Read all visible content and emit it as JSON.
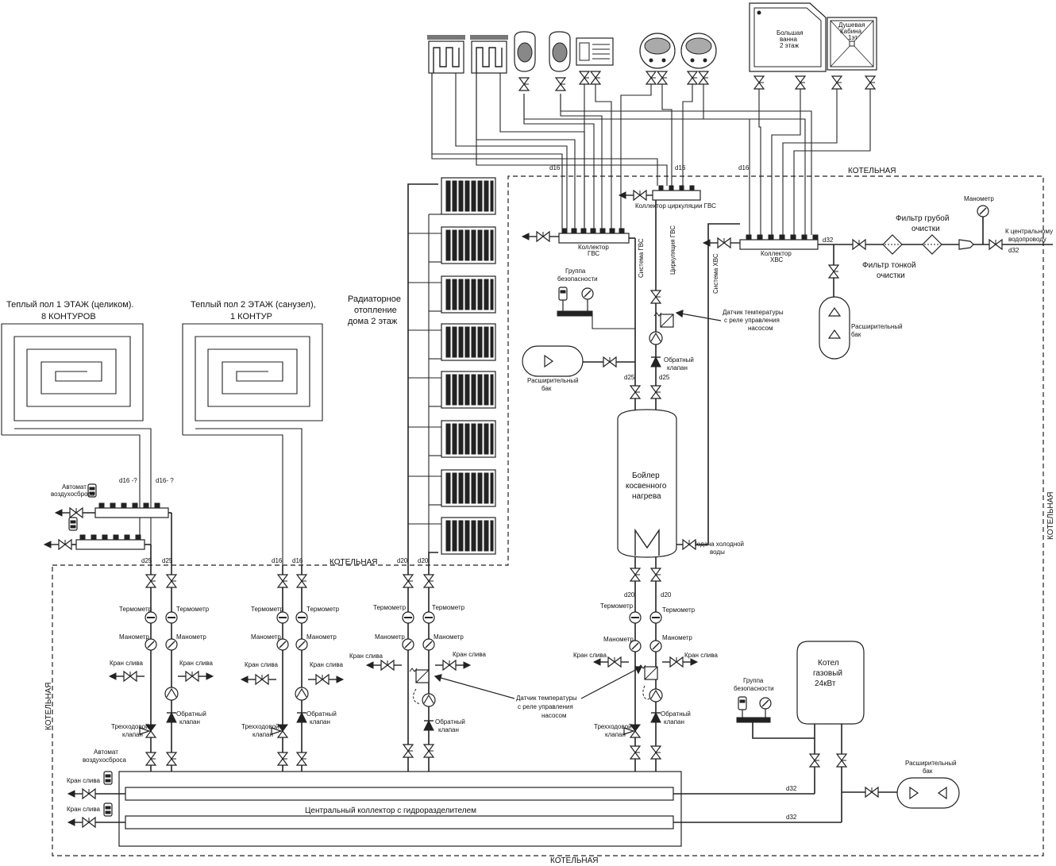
{
  "zones": {
    "boiler_room": "КОТЕЛЬНАЯ"
  },
  "floors": {
    "floor1": {
      "title": "Теплый пол 1 ЭТАЖ (целиком).",
      "subtitle": "8 КОНТУРОВ"
    },
    "floor2": {
      "title": "Теплый пол 2 ЭТАЖ (санузел),",
      "subtitle": "1 КОНТУР"
    },
    "radiators": {
      "line1": "Радиаторное",
      "line2": "отопление",
      "line3": "дома 2 этаж"
    }
  },
  "tanks": {
    "boiler_line1": "Бойлер",
    "boiler_line2": "косвенного",
    "boiler_line3": "нагрева",
    "gas_line1": "Котел",
    "gas_line2": "газовый",
    "gas_line3": "24кВт"
  },
  "collectors": {
    "central": "Центральный коллектор с гидроразделителем",
    "gvs_line1": "Коллектор",
    "gvs_line2": "ГВС",
    "hvs_line1": "Коллектор",
    "hvs_line2": "ХВС",
    "circ": "Коллектор циркуляции ГВС"
  },
  "fixtures": {
    "bath_line1": "Большая",
    "bath_line2": "ванна",
    "bath_line3": "2 этаж",
    "shower_line1": "Душевая",
    "shower_line2": "Кабина",
    "shower_line3": "1эт"
  },
  "systems": {
    "gvs": "Система ГВС",
    "circ": "Циркуляция ГВС",
    "hvs": "Система ХВС"
  },
  "labels": {
    "thermometer": "Термометр",
    "manometer": "Манометр",
    "drain_line1": "Кран",
    "drain_line2": "слива",
    "drain": "Кран слива",
    "check_line1": "Обратный",
    "check_line2": "клапан",
    "three_way_line1": "Трехходовой",
    "three_way_line2": "клапан",
    "air_vent_line1": "Автомат",
    "air_vent_line2": "воздухосброса",
    "safety_line1": "Группа",
    "safety_line2": "безопасности",
    "exp_tank_line1": "Расширительный",
    "exp_tank_line2": "бак",
    "exp_tank_inline": "Расширительный",
    "sensor_line1": "Датчик температуры",
    "sensor_line2": "с реле управления",
    "sensor_line3": "насосом",
    "cold_feed_line1": "Подача холодной",
    "cold_feed_line2": "воды",
    "coarse_filter_line1": "Фильтр грубой",
    "coarse_filter_line2": "очистки",
    "fine_filter_line1": "Фильтр тонкой",
    "fine_filter_line2": "очистки",
    "central_supply_line1": "К центральному",
    "central_supply_line2": "водопроводу"
  },
  "diameters": {
    "d16": "d16",
    "d16q1": "d16 -?",
    "d16q2": "d16- ?",
    "d20": "d20",
    "d25": "d25",
    "d32": "d32"
  }
}
